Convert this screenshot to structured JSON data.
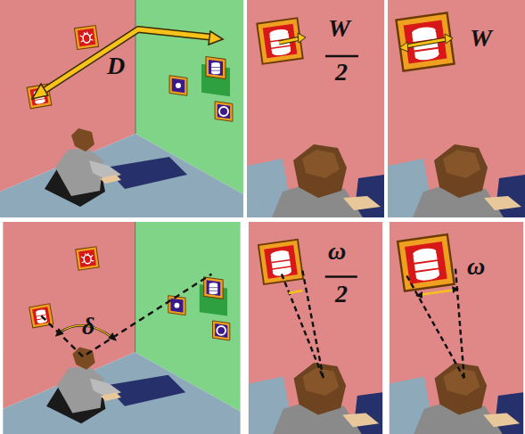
{
  "diagram": {
    "labels": [
      "D",
      "W",
      "2",
      "W",
      "δ",
      "ω",
      "2",
      "ω"
    ]
  }
}
